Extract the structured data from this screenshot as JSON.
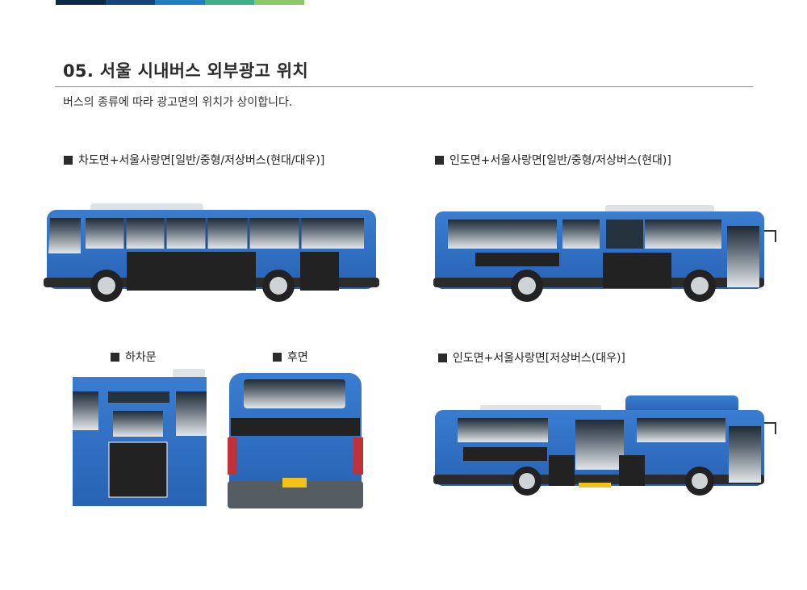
{
  "page": {
    "title": "05. 서울 시내버스 외부광고 위치",
    "subtitle": "버스의 종류에 따라 광고면의 위치가 상이합니다."
  },
  "topbar": {
    "colors": [
      "#0b2a4a",
      "#16457a",
      "#1f7fc1",
      "#3fb08a",
      "#8ac86a"
    ]
  },
  "colors": {
    "bus_body": "#2f6fc4",
    "bus_body_dark": "#1f4f94",
    "ad_panel": "#222222",
    "window": "#c9d0d6",
    "plate": "#f2c21b"
  },
  "sections": {
    "driver_side": {
      "label": "차도면+서울사랑면[일반/중형/저상버스(현대/대우)]"
    },
    "door_side": {
      "label": "인도면+서울사랑면[일반/중형/저상버스(현대)]"
    },
    "rear_door": {
      "label": "하차문"
    },
    "rear": {
      "label": "후면"
    },
    "door_side_low": {
      "label": "인도면+서울사랑면[저상버스(대우)]"
    }
  }
}
